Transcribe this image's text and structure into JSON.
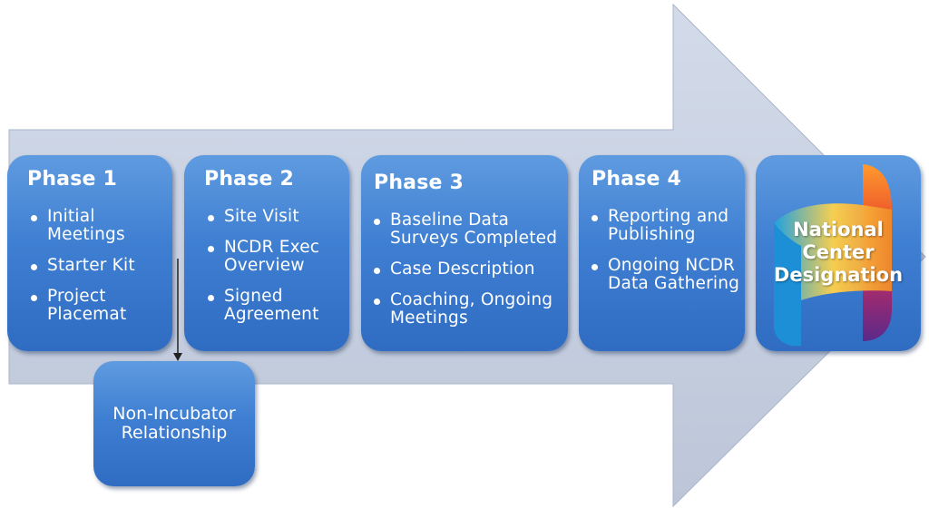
{
  "phases": [
    {
      "title": "Phase 1",
      "items": [
        "Initial Meetings",
        "Starter Kit",
        "Project Placemat"
      ]
    },
    {
      "title": "Phase 2",
      "items": [
        "Site Visit",
        "NCDR Exec Overview",
        "Signed Agreement"
      ]
    },
    {
      "title": "Phase 3",
      "items": [
        "Baseline Data Surveys Completed",
        "Case Description",
        "Coaching, Ongoing Meetings"
      ]
    },
    {
      "title": "Phase 4",
      "items": [
        "Reporting and Publishing",
        "Ongoing NCDR Data Gathering"
      ]
    }
  ],
  "branch": {
    "label_line1": "Non-Incubator",
    "label_line2": "Relationship"
  },
  "destination": {
    "line1": "National",
    "line2": "Center",
    "line3": "Designation"
  },
  "colors": {
    "arrow_fill": "#c9d2e3",
    "box_blue": "#3f7fd2"
  }
}
